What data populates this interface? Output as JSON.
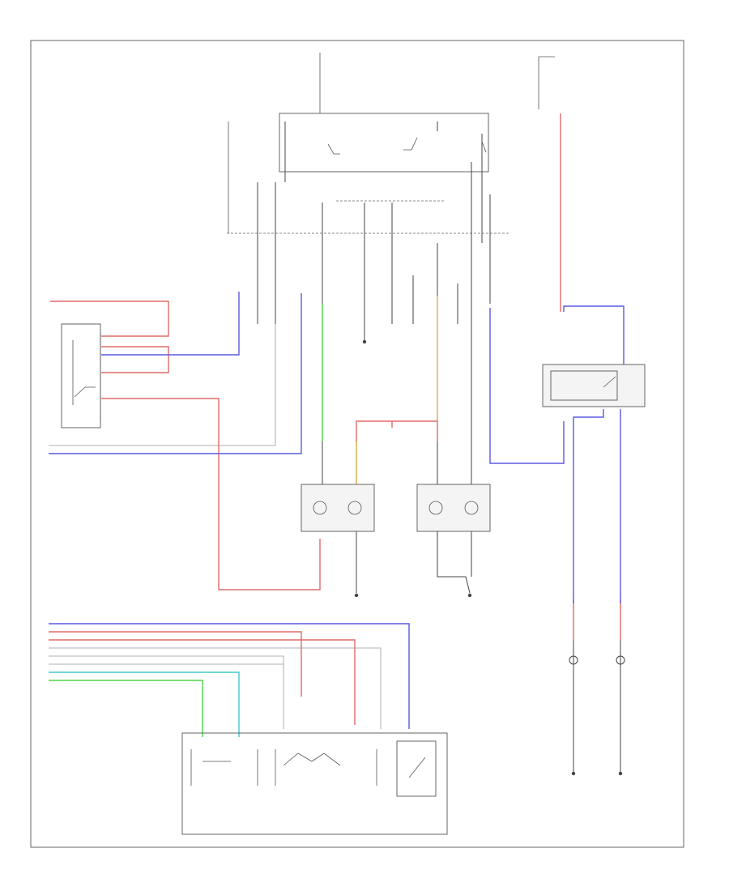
{
  "diagram": {
    "footer_label": "",
    "labels": [
      {
        "id": "top-fuse-box",
        "text": ""
      },
      {
        "id": "left-top-note",
        "text": ""
      },
      {
        "id": "right-top-fuse",
        "text": ""
      },
      {
        "id": "relay-note",
        "text": ""
      },
      {
        "id": "dim-relay",
        "text": ""
      },
      {
        "id": "right-headlight",
        "text": ""
      },
      {
        "id": "left-headlight",
        "text": ""
      },
      {
        "id": "ground-right",
        "text": ""
      },
      {
        "id": "ground-left",
        "text": ""
      },
      {
        "id": "combination-switch",
        "text": ""
      },
      {
        "id": "ground-hi-beam-1",
        "text": ""
      },
      {
        "id": "ground-hi-beam-2",
        "text": ""
      }
    ]
  },
  "colors": {
    "red": "#e06a6a",
    "blue": "#5a5ae0",
    "green": "#4cd44c",
    "yellow": "#d8b040",
    "cyan": "#40c8d0",
    "black": "#444444",
    "frame": "#666666"
  }
}
